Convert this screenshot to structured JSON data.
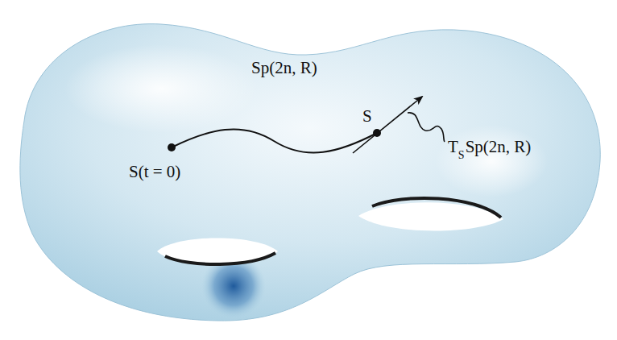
{
  "diagram": {
    "labels": [
      "Sp(2n, R)",
      "S",
      "S(t = 0)",
      "T",
      "S",
      "Sp(2n, R)"
    ]
  }
}
